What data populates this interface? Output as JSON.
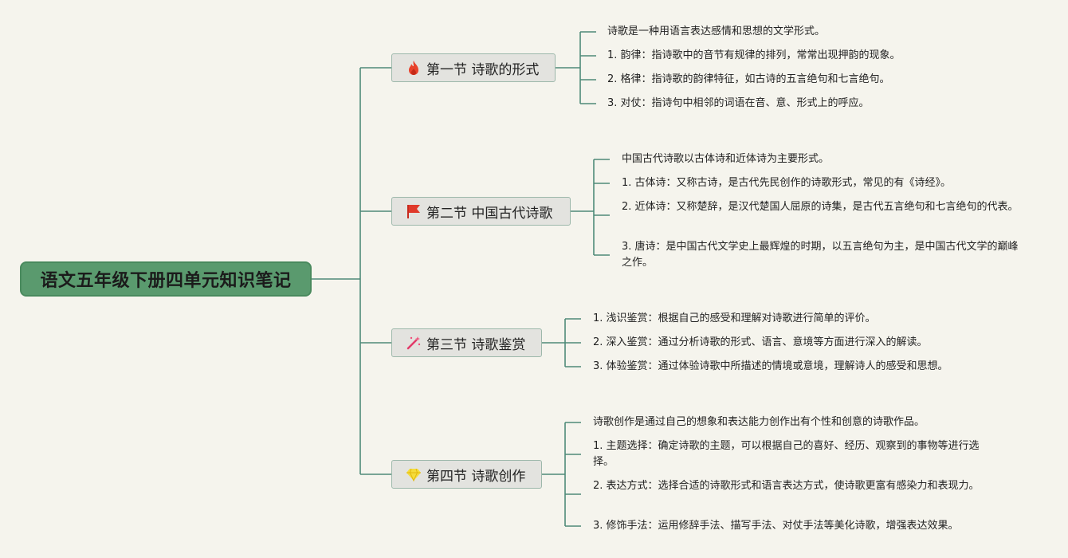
{
  "root": {
    "title": "语文五年级下册四单元知识笔记"
  },
  "sections": [
    {
      "label": "第一节 诗歌的形式",
      "icon": "fire-icon",
      "items": [
        "诗歌是一种用语言表达感情和思想的文学形式。",
        "1. 韵律：指诗歌中的音节有规律的排列，常常出现押韵的现象。",
        "2. 格律：指诗歌的韵律特征，如古诗的五言绝句和七言绝句。",
        "3. 对仗：指诗句中相邻的词语在音、意、形式上的呼应。"
      ]
    },
    {
      "label": "第二节 中国古代诗歌",
      "icon": "red-flag-icon",
      "items": [
        "中国古代诗歌以古体诗和近体诗为主要形式。",
        "1. 古体诗：又称古诗，是古代先民创作的诗歌形式，常见的有《诗经》。",
        "2. 近体诗：又称楚辞，是汉代楚国人屈原的诗集，是古代五言绝句和七言绝句的代表。",
        "3. 唐诗：是中国古代文学史上最辉煌的时期，以五言绝句为主，是中国古代文学的巅峰之作。"
      ]
    },
    {
      "label": "第三节 诗歌鉴赏",
      "icon": "magic-wand-icon",
      "items": [
        "1. 浅识鉴赏：根据自己的感受和理解对诗歌进行简单的评价。",
        "2. 深入鉴赏：通过分析诗歌的形式、语言、意境等方面进行深入的解读。",
        "3. 体验鉴赏：通过体验诗歌中所描述的情境或意境，理解诗人的感受和思想。"
      ]
    },
    {
      "label": "第四节 诗歌创作",
      "icon": "gem-icon",
      "items": [
        "诗歌创作是通过自己的想象和表达能力创作出有个性和创意的诗歌作品。",
        "1. 主题选择：确定诗歌的主题，可以根据自己的喜好、经历、观察到的事物等进行选择。",
        "2. 表达方式：选择合适的诗歌形式和语言表达方式，使诗歌更富有感染力和表现力。",
        "3. 修饰手法：运用修辞手法、描写手法、对仗手法等美化诗歌，增强表达效果。"
      ]
    }
  ],
  "colors": {
    "line": "#4e8a78",
    "root_bg": "#5a9a6e"
  }
}
